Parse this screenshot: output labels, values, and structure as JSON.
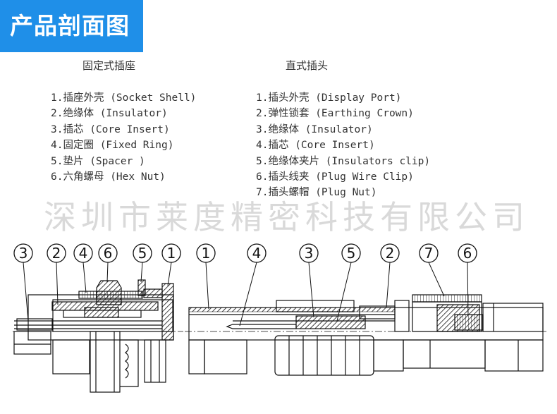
{
  "header": {
    "title": "产品剖面图"
  },
  "columns": {
    "left_title": "固定式插座",
    "right_title": "直式插头",
    "left_items": [
      "1.插座外壳 (Socket Shell)",
      "2.绝缘体 (Insulator)",
      "3.插芯 (Core Insert)",
      "4.固定圈 (Fixed Ring)",
      "5.垫片 (Spacer )",
      "6.六角螺母 (Hex Nut)"
    ],
    "right_items": [
      "1.插头外壳 (Display Port)",
      "2.弹性锁套 (Earthing Crown)",
      "3.绝缘体 (Insulator)",
      "4.插芯 (Core Insert)",
      "5.绝缘体夹片 (Insulators clip)",
      "6.插头线夹 (Plug Wire Clip)",
      "7.插头螺帽 (Plug Nut)"
    ]
  },
  "watermark": "深圳市莱度精密科技有限公司",
  "callouts": {
    "socket": [
      "3",
      "2",
      "4",
      "6",
      "5",
      "1"
    ],
    "plug": [
      "1",
      "4",
      "3",
      "5",
      "2",
      "7",
      "6"
    ]
  }
}
